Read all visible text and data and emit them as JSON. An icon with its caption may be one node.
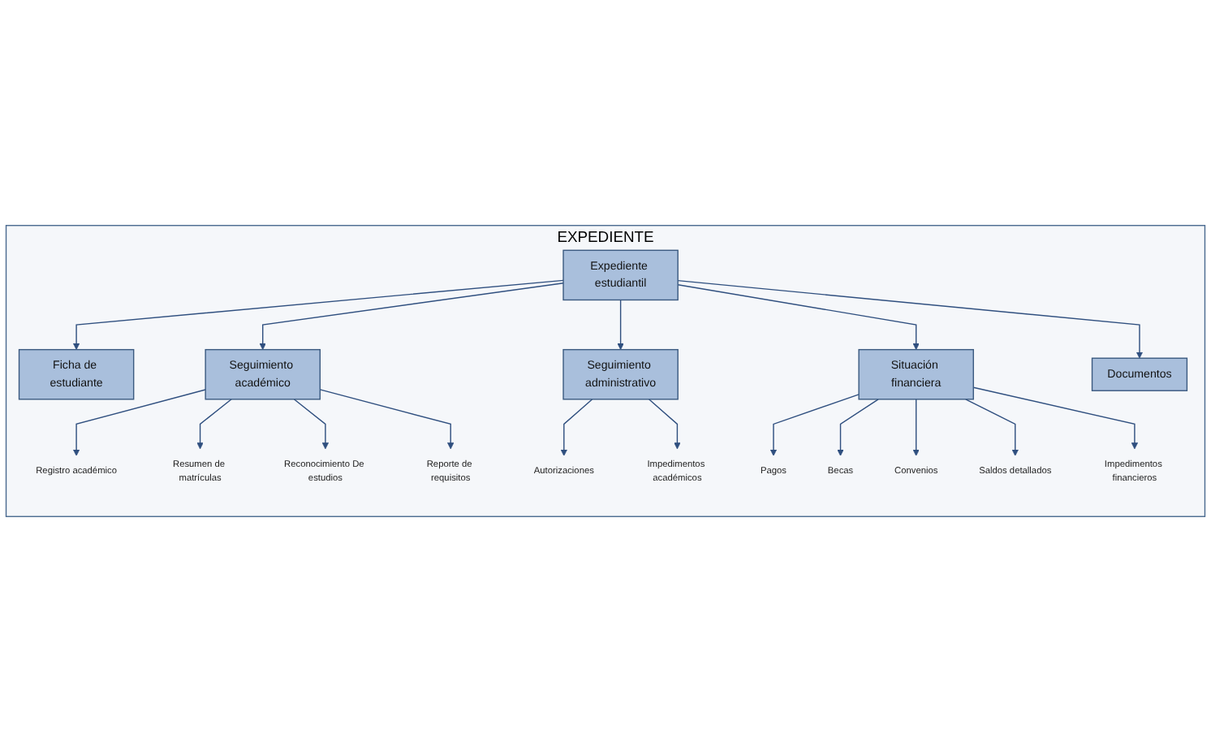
{
  "diagram": {
    "nodes": [
      {
        "text": [
          "EXPEDIENTE"
        ]
      },
      {
        "text": [
          "Expediente estudiantil"
        ],
        "in": 0
      },
      {
        "text": [
          "Ficha de estudiante"
        ],
        "in": 0
      },
      {
        "text": [
          "Seguimiento académico"
        ],
        "in": 0
      },
      {
        "text": [
          "Seguimiento administrativo"
        ],
        "in": 0
      },
      {
        "text": [
          "Situación financiera"
        ],
        "in": 0
      },
      {
        "text": [
          "Documentos"
        ],
        "in": 0
      },
      {
        "text": [
          "Registro académico"
        ],
        "in": 0
      },
      {
        "text": [
          "Resumen de matrículas"
        ],
        "in": 0
      },
      {
        "text": [
          "Reconocimiento De estudios"
        ],
        "in": 0
      },
      {
        "text": [
          "Reporte de requisitos"
        ],
        "in": 0
      },
      {
        "text": [
          "Autorizaciones"
        ],
        "in": 0
      },
      {
        "text": [
          "Impedimentos académicos"
        ],
        "in": 0
      },
      {
        "text": [
          "Pagos"
        ],
        "in": 0
      },
      {
        "text": [
          "Becas"
        ],
        "in": 0
      },
      {
        "text": [
          "Convenios"
        ],
        "in": 0
      },
      {
        "text": [
          "Saldos detallados"
        ],
        "in": 0
      },
      {
        "text": [
          "Impedimentos financieros"
        ],
        "in": 0
      }
    ],
    "edges": [
      {
        "from": 1,
        "to": 2,
        "arrow": "to"
      },
      {
        "from": 1,
        "to": 3,
        "arrow": "to"
      },
      {
        "from": 1,
        "to": 4,
        "arrow": "to"
      },
      {
        "from": 1,
        "to": 5,
        "arrow": "to"
      },
      {
        "from": 1,
        "to": 6,
        "arrow": "to"
      },
      {
        "from": 3,
        "to": 7,
        "arrow": "to"
      },
      {
        "from": 3,
        "to": 8,
        "arrow": "to"
      },
      {
        "from": 3,
        "to": 9,
        "arrow": "to"
      },
      {
        "from": 3,
        "to": 10,
        "arrow": "to"
      },
      {
        "from": 4,
        "to": 11,
        "arrow": "to"
      },
      {
        "from": 4,
        "to": 12,
        "arrow": "to"
      },
      {
        "from": 5,
        "to": 13,
        "arrow": "to"
      },
      {
        "from": 5,
        "to": 14,
        "arrow": "to"
      },
      {
        "from": 5,
        "to": 15,
        "arrow": "to"
      },
      {
        "from": 5,
        "to": 16,
        "arrow": "to"
      },
      {
        "from": 5,
        "to": 17,
        "arrow": "to"
      }
    ]
  }
}
